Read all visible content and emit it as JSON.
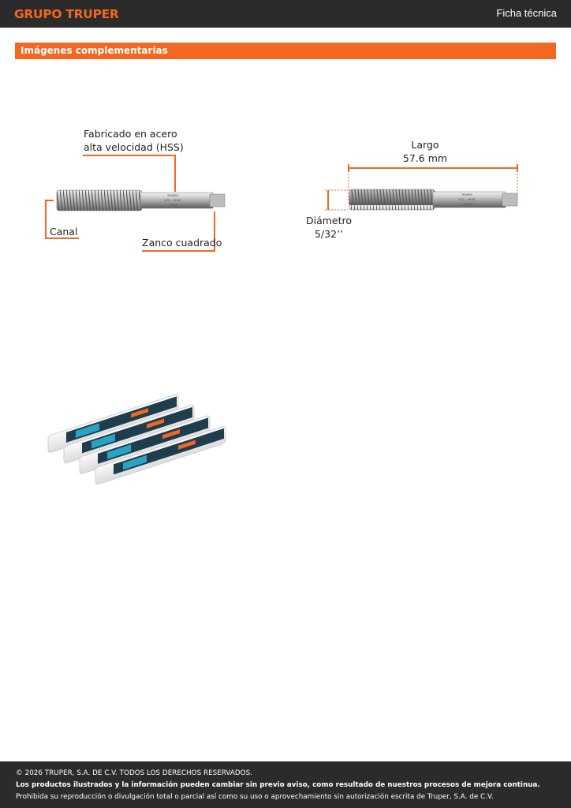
{
  "header": {
    "brand": "GRUPO TRUPER",
    "doc_type": "Ficha técnica"
  },
  "section": {
    "title": "Imágenes complementarias"
  },
  "tap_label": {
    "brand": "TRUPER",
    "size": "5/32 - 36 NF",
    "material": "H.S.S."
  },
  "figure1": {
    "material_line1": "Fabricado en acero",
    "material_line2": "alta velocidad (HSS)",
    "flute": "Canal",
    "shank": "Zanco cuadrado"
  },
  "figure2": {
    "length_label": "Largo",
    "length_value": "57.6 mm",
    "diameter_label": "Diámetro",
    "diameter_value": "5/32’’"
  },
  "footer": {
    "copyright": "© 2026 TRUPER, S.A. DE C.V. TODOS LOS DERECHOS RESERVADOS.",
    "disclaimer": "Los productos ilustrados y la información pueden cambiar sin previo aviso, como resultado de nuestros procesos de mejora continua.",
    "prohibition": "Prohibida su reproducción o divulgación total o parcial así como su uso o aprovechamiento sin autorización escrita de Truper, S.A. de C.V."
  },
  "colors": {
    "accent": "#f26722",
    "dark": "#2b2b2b"
  }
}
